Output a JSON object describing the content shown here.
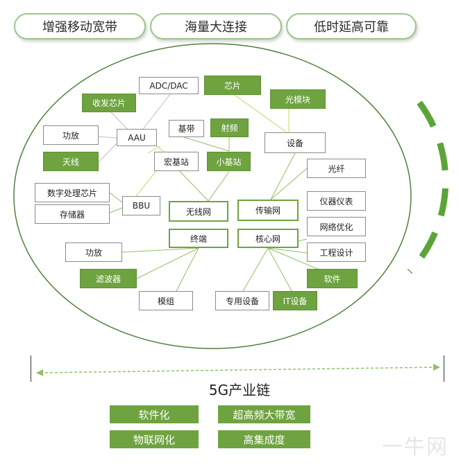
{
  "colors": {
    "accent_green": "#6ea33f",
    "pill_border": "#9cc58a",
    "line_green": "#8fc163",
    "line_yellow": "#c9d26a",
    "line_gray": "#bdbdbd"
  },
  "top_pills": [
    "增强移动宽带",
    "海量大连接",
    "低时延高可靠"
  ],
  "nodes": {
    "adc_dac": "ADC/DAC",
    "chip": "芯片",
    "transceiver_chip": "收发芯片",
    "optical_module": "光模块",
    "power_amp_top": "功放",
    "aau": "AAU",
    "baseband": "基带",
    "radio_freq": "射频",
    "equipment": "设备",
    "antenna": "天线",
    "macro_station": "宏基站",
    "small_station": "小基站",
    "optical_fiber": "光纤",
    "dsp_chip": "数字处理芯片",
    "bbu": "BBU",
    "wireless_net": "无线网",
    "transport_net": "传输网",
    "instruments": "仪器仪表",
    "storage": "存储器",
    "network_opt": "网络优化",
    "power_amp_bottom": "功放",
    "terminal": "终端",
    "core_net": "核心网",
    "engineering_design": "工程设计",
    "filter": "滤波器",
    "software": "软件",
    "module": "模组",
    "dedicated_equipment": "专用设备",
    "it_equipment": "IT设备"
  },
  "chain_title": "5G产业链",
  "features": [
    "软件化",
    "超高频大带宽",
    "物联网化",
    "高集成度"
  ],
  "watermark": "一牛网"
}
